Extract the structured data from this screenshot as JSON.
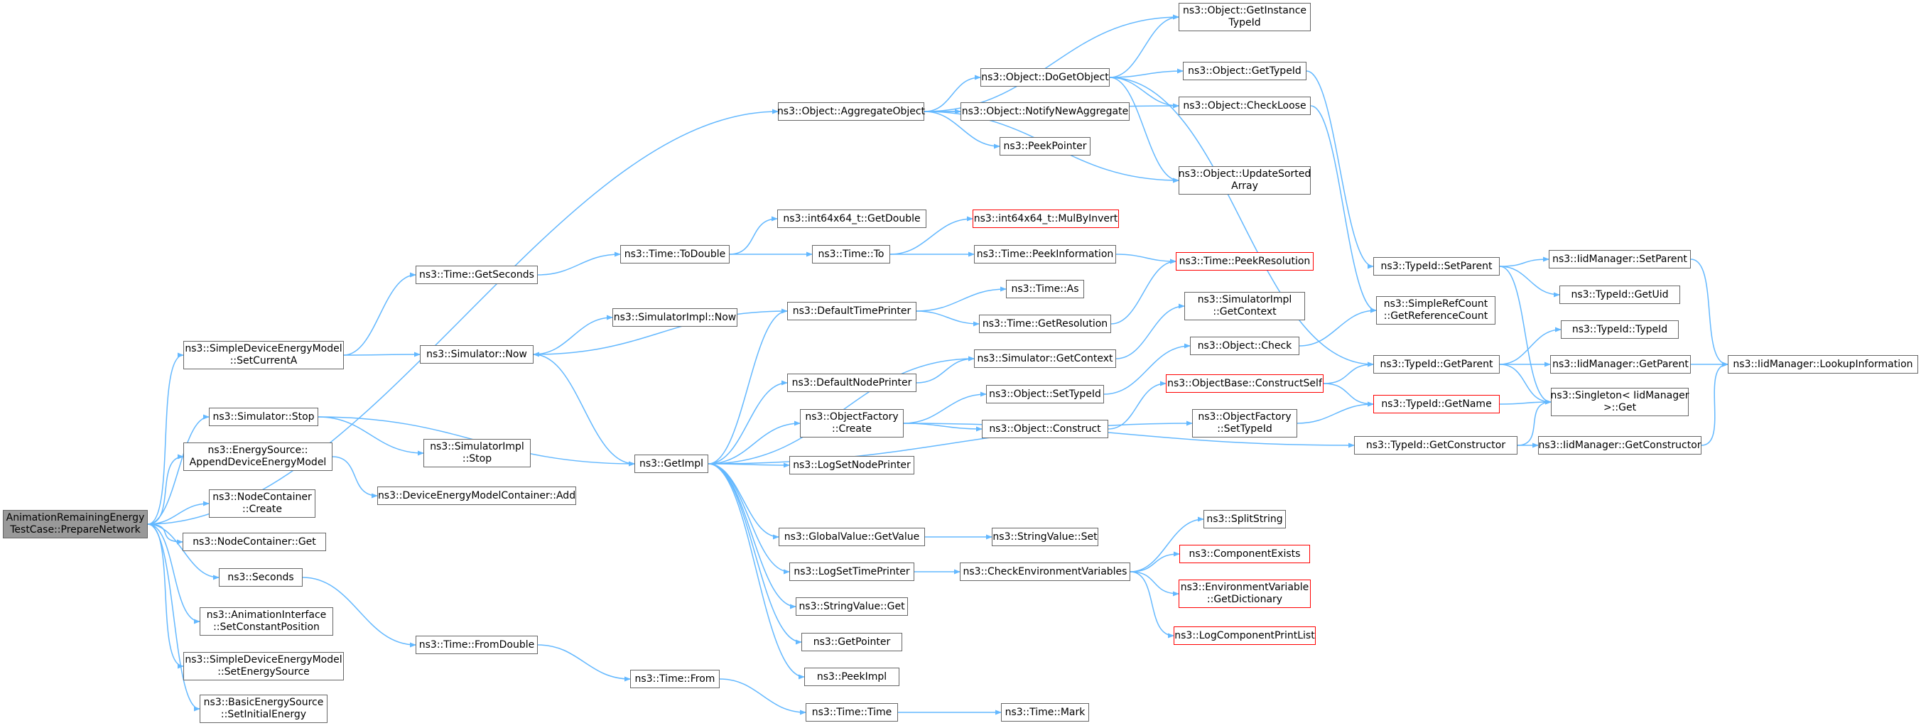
{
  "colors": {
    "edge": "#63b8ff",
    "node_border": "#666666",
    "root_fill": "#999999",
    "missing_border": "#ff0000"
  },
  "nodes": [
    {
      "id": "root",
      "lines": [
        "AnimationRemainingEnergy",
        "TestCase::PrepareNetwork"
      ],
      "style": "root"
    },
    {
      "id": "aggregate",
      "lines": [
        "ns3::Object::AggregateObject"
      ]
    },
    {
      "id": "setcurrenta",
      "lines": [
        "ns3::SimpleDeviceEnergyModel",
        "::SetCurrentA"
      ]
    },
    {
      "id": "simstop",
      "lines": [
        "ns3::Simulator::Stop"
      ]
    },
    {
      "id": "appendmodel",
      "lines": [
        "ns3::EnergySource::",
        "AppendDeviceEnergyModel"
      ]
    },
    {
      "id": "nccreate",
      "lines": [
        "ns3::NodeContainer",
        "::Create"
      ]
    },
    {
      "id": "ncget",
      "lines": [
        "ns3::NodeContainer::Get"
      ]
    },
    {
      "id": "seconds",
      "lines": [
        "ns3::Seconds"
      ]
    },
    {
      "id": "animsetpos",
      "lines": [
        "ns3::AnimationInterface",
        "::SetConstantPosition"
      ]
    },
    {
      "id": "setenergysrc",
      "lines": [
        "ns3::SimpleDeviceEnergyModel",
        "::SetEnergySource"
      ]
    },
    {
      "id": "setinitial",
      "lines": [
        "ns3::BasicEnergySource",
        "::SetInitialEnergy"
      ]
    },
    {
      "id": "getseconds",
      "lines": [
        "ns3::Time::GetSeconds"
      ]
    },
    {
      "id": "simnow",
      "lines": [
        "ns3::Simulator::Now"
      ]
    },
    {
      "id": "simimplstop",
      "lines": [
        "ns3::SimulatorImpl",
        "::Stop"
      ]
    },
    {
      "id": "demcadd",
      "lines": [
        "ns3::DeviceEnergyModelContainer::Add"
      ]
    },
    {
      "id": "fromdouble",
      "lines": [
        "ns3::Time::FromDouble"
      ]
    },
    {
      "id": "todouble",
      "lines": [
        "ns3::Time::ToDouble"
      ]
    },
    {
      "id": "simimplnow",
      "lines": [
        "ns3::SimulatorImpl::Now"
      ]
    },
    {
      "id": "getimpl",
      "lines": [
        "ns3::GetImpl"
      ]
    },
    {
      "id": "timefrom",
      "lines": [
        "ns3::Time::From"
      ]
    },
    {
      "id": "dogetobject",
      "lines": [
        "ns3::Object::DoGetObject"
      ]
    },
    {
      "id": "notifynewagg",
      "lines": [
        "ns3::Object::NotifyNewAggregate"
      ]
    },
    {
      "id": "peekpointer",
      "lines": [
        "ns3::PeekPointer"
      ]
    },
    {
      "id": "int64getdouble",
      "lines": [
        "ns3::int64x64_t::GetDouble"
      ]
    },
    {
      "id": "timeto",
      "lines": [
        "ns3::Time::To"
      ]
    },
    {
      "id": "defaulttimeprinter",
      "lines": [
        "ns3::DefaultTimePrinter"
      ]
    },
    {
      "id": "defaultnodeprinter",
      "lines": [
        "ns3::DefaultNodePrinter"
      ]
    },
    {
      "id": "objfactorycreate",
      "lines": [
        "ns3::ObjectFactory",
        "::Create"
      ]
    },
    {
      "id": "logsetnodeprinter",
      "lines": [
        "ns3::LogSetNodePrinter"
      ]
    },
    {
      "id": "gvgetvalue",
      "lines": [
        "ns3::GlobalValue::GetValue"
      ]
    },
    {
      "id": "logsettimeprinter",
      "lines": [
        "ns3::LogSetTimePrinter"
      ]
    },
    {
      "id": "stringvalueget",
      "lines": [
        "ns3::StringValue::Get"
      ]
    },
    {
      "id": "getpointer",
      "lines": [
        "ns3::GetPointer"
      ]
    },
    {
      "id": "peekimpl",
      "lines": [
        "ns3::PeekImpl"
      ]
    },
    {
      "id": "timetime",
      "lines": [
        "ns3::Time::Time"
      ]
    },
    {
      "id": "mulbyinvert",
      "lines": [
        "ns3::int64x64_t::MulByInvert"
      ],
      "style": "missing"
    },
    {
      "id": "peekinformation",
      "lines": [
        "ns3::Time::PeekInformation"
      ]
    },
    {
      "id": "timeas",
      "lines": [
        "ns3::Time::As"
      ]
    },
    {
      "id": "getresolution",
      "lines": [
        "ns3::Time::GetResolution"
      ]
    },
    {
      "id": "simgetcontext",
      "lines": [
        "ns3::Simulator::GetContext"
      ]
    },
    {
      "id": "objsettypeid",
      "lines": [
        "ns3::Object::SetTypeId"
      ]
    },
    {
      "id": "objconstruct",
      "lines": [
        "ns3::Object::Construct"
      ]
    },
    {
      "id": "stringvalueset",
      "lines": [
        "ns3::StringValue::Set"
      ]
    },
    {
      "id": "checkenv",
      "lines": [
        "ns3::CheckEnvironmentVariables"
      ]
    },
    {
      "id": "timemark",
      "lines": [
        "ns3::Time::Mark"
      ]
    },
    {
      "id": "getinstancetypeid",
      "lines": [
        "ns3::Object::GetInstance",
        "TypeId"
      ]
    },
    {
      "id": "objgettypeid",
      "lines": [
        "ns3::Object::GetTypeId"
      ]
    },
    {
      "id": "checkloose",
      "lines": [
        "ns3::Object::CheckLoose"
      ]
    },
    {
      "id": "updatesorted",
      "lines": [
        "ns3::Object::UpdateSorted",
        "Array"
      ]
    },
    {
      "id": "peekresolution",
      "lines": [
        "ns3::Time::PeekResolution"
      ],
      "style": "missing"
    },
    {
      "id": "simimplgetctx",
      "lines": [
        "ns3::SimulatorImpl",
        "::GetContext"
      ]
    },
    {
      "id": "objcheck",
      "lines": [
        "ns3::Object::Check"
      ]
    },
    {
      "id": "constructself",
      "lines": [
        "ns3::ObjectBase::ConstructSelf"
      ],
      "style": "missing"
    },
    {
      "id": "objfactsettypeid",
      "lines": [
        "ns3::ObjectFactory",
        "::SetTypeId"
      ]
    },
    {
      "id": "splitstring",
      "lines": [
        "ns3::SplitString"
      ]
    },
    {
      "id": "componentexists",
      "lines": [
        "ns3::ComponentExists"
      ],
      "style": "missing"
    },
    {
      "id": "envgetdict",
      "lines": [
        "ns3::EnvironmentVariable",
        "::GetDictionary"
      ],
      "style": "missing"
    },
    {
      "id": "logcompprint",
      "lines": [
        "ns3::LogComponentPrintList"
      ],
      "style": "missing"
    },
    {
      "id": "tidsetparent",
      "lines": [
        "ns3::TypeId::SetParent"
      ]
    },
    {
      "id": "srcgetrefcount",
      "lines": [
        "ns3::SimpleRefCount",
        "::GetReferenceCount"
      ]
    },
    {
      "id": "tidgetparent",
      "lines": [
        "ns3::TypeId::GetParent"
      ]
    },
    {
      "id": "tidgetname",
      "lines": [
        "ns3::TypeId::GetName"
      ],
      "style": "missing"
    },
    {
      "id": "tidgetconstructor",
      "lines": [
        "ns3::TypeId::GetConstructor"
      ]
    },
    {
      "id": "iidsetparent",
      "lines": [
        "ns3::IidManager::SetParent"
      ]
    },
    {
      "id": "tidgetuid",
      "lines": [
        "ns3::TypeId::GetUid"
      ]
    },
    {
      "id": "tidtypeid",
      "lines": [
        "ns3::TypeId::TypeId"
      ]
    },
    {
      "id": "iidgetparent",
      "lines": [
        "ns3::IidManager::GetParent"
      ]
    },
    {
      "id": "singletonget",
      "lines": [
        "ns3::Singleton< IidManager",
        ">::Get"
      ]
    },
    {
      "id": "iidgetconstructor",
      "lines": [
        "ns3::IidManager::GetConstructor"
      ]
    },
    {
      "id": "iidlookup",
      "lines": [
        "ns3::IidManager::LookupInformation"
      ]
    }
  ]
}
